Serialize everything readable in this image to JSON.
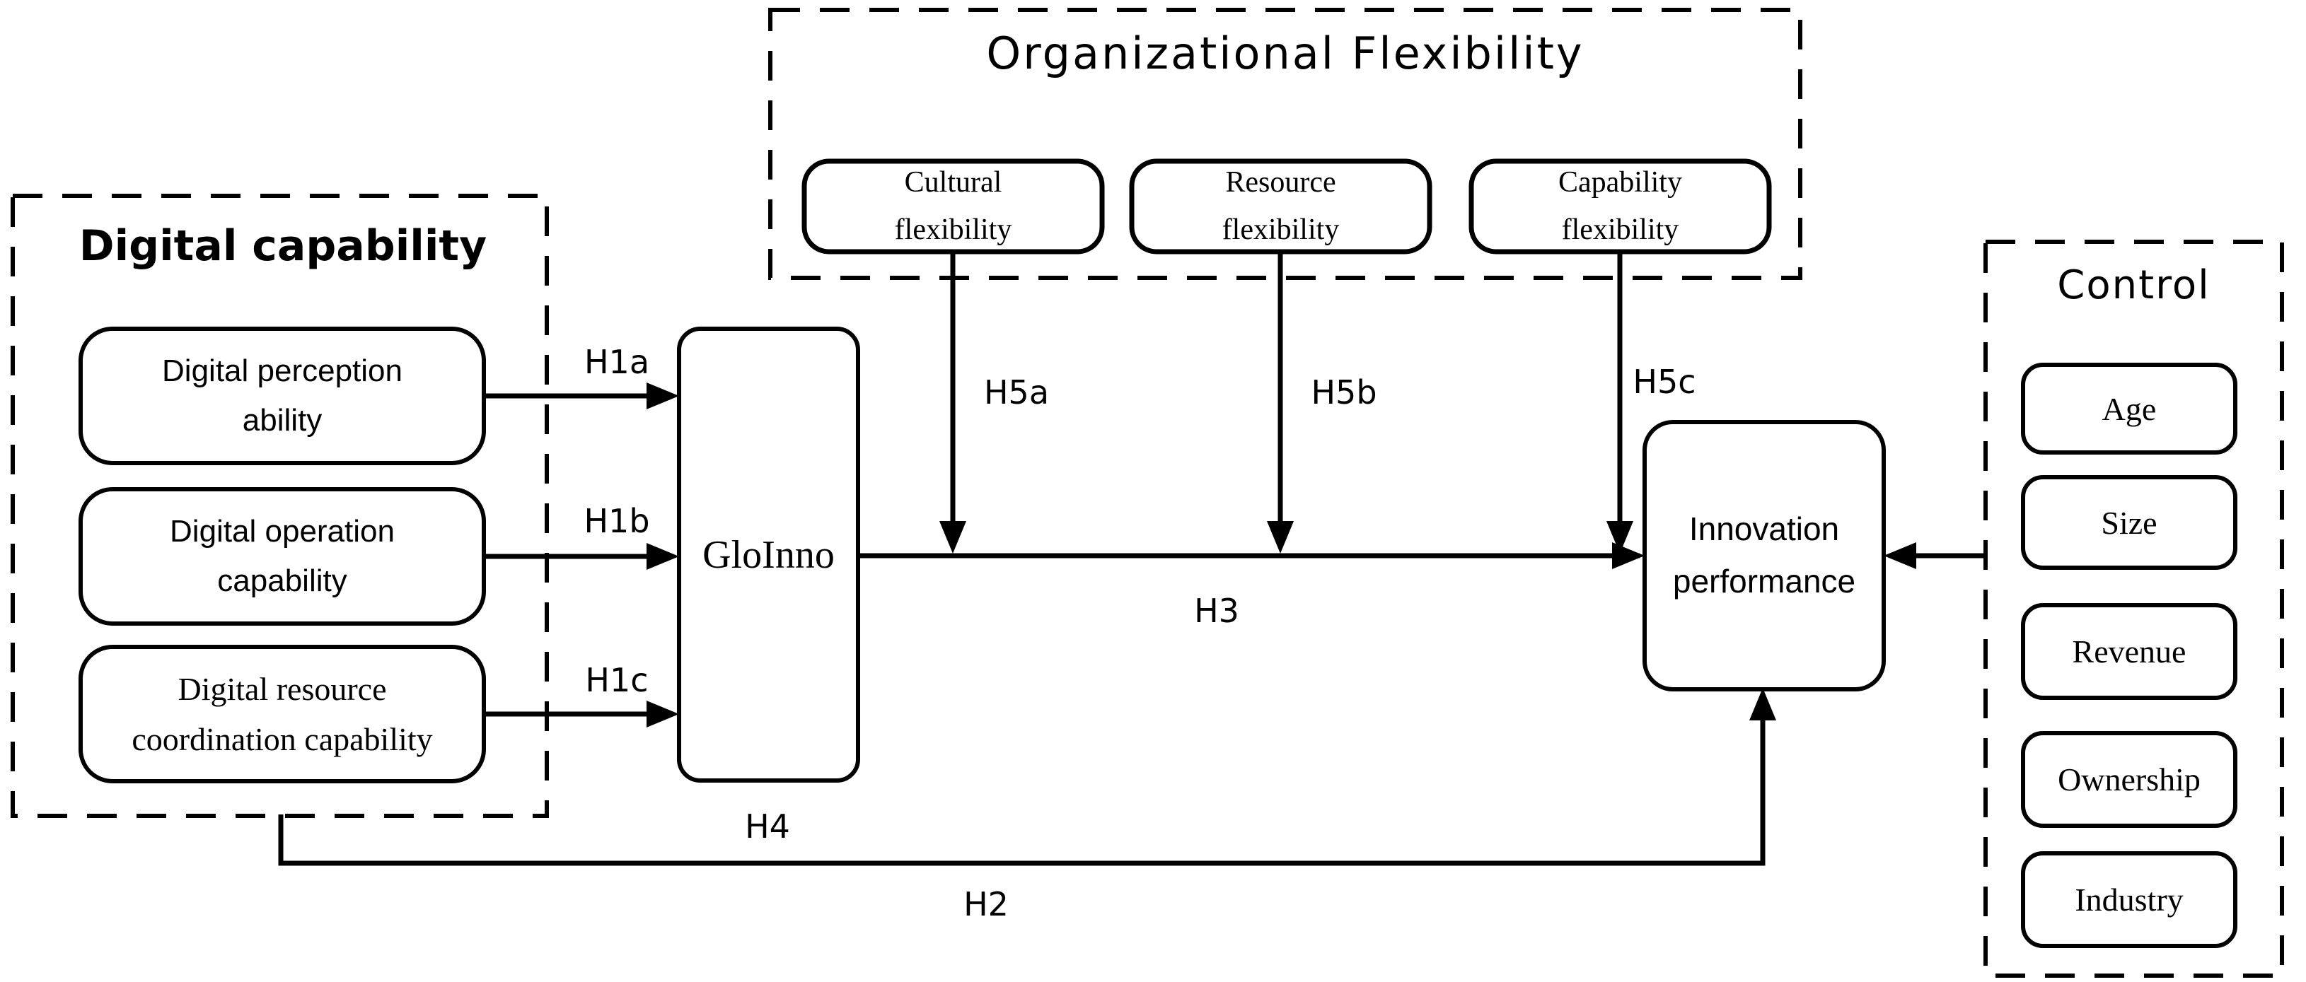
{
  "colors": {
    "ink": "#000000",
    "background": "#ffffff"
  },
  "diagram": {
    "groups": {
      "digital_capability": {
        "title": "Digital capability",
        "boxes": [
          {
            "label": "Digital perception\nability"
          },
          {
            "label": "Digital operation\ncapability"
          },
          {
            "label": "Digital resource\ncoordination capability"
          }
        ]
      },
      "organizational_flexibility": {
        "title": "Organizational Flexibility",
        "boxes": [
          {
            "label": "Cultural\nflexibility"
          },
          {
            "label": "Resource\nflexibility"
          },
          {
            "label": "Capability\nflexibility"
          }
        ]
      },
      "control": {
        "title": "Control",
        "boxes": [
          {
            "label": "Age"
          },
          {
            "label": "Size"
          },
          {
            "label": "Revenue"
          },
          {
            "label": "Ownership"
          },
          {
            "label": "Industry"
          }
        ]
      }
    },
    "nodes": {
      "gloinno": {
        "label": "GloInno"
      },
      "innovation": {
        "label": "Innovation\nperformance"
      }
    },
    "hypotheses": {
      "h1a": "H1a",
      "h1b": "H1b",
      "h1c": "H1c",
      "h2": "H2",
      "h3": "H3",
      "h4": "H4",
      "h5a": "H5a",
      "h5b": "H5b",
      "h5c": "H5c"
    }
  }
}
